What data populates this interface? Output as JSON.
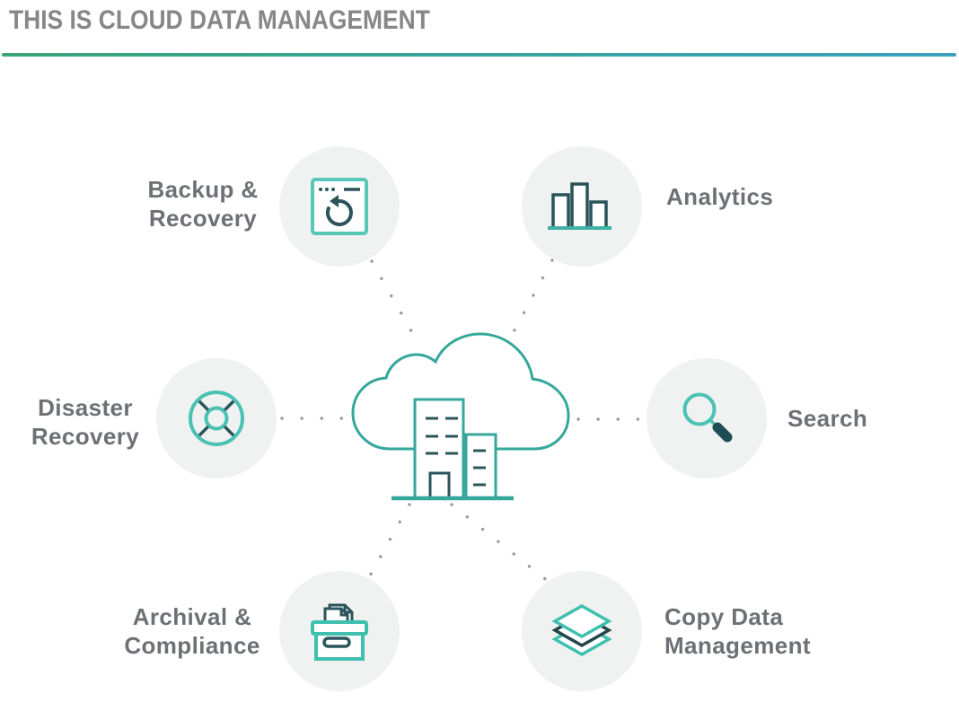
{
  "page": {
    "title": "THIS IS CLOUD DATA MANAGEMENT"
  },
  "divider": {
    "gradient_left": "#3ba578",
    "gradient_right": "#3aa2c0"
  },
  "colors": {
    "teal_light": "#49c2b3",
    "teal_mid": "#35a79c",
    "teal_dark": "#2b555a",
    "circle_bg": "#f0f1f1",
    "label_gray": "#6d7175",
    "title_gray": "#878787",
    "dot_gray": "#9b9b9b"
  },
  "center": {
    "icon": "cloud-buildings-icon",
    "description": "cloud with two buildings"
  },
  "nodes": [
    {
      "id": "backup-recovery",
      "icon": "backup-restore-icon",
      "label_lines": [
        "Backup &",
        "Recovery"
      ],
      "label_side": "left"
    },
    {
      "id": "analytics",
      "icon": "bar-chart-icon",
      "label_lines": [
        "Analytics"
      ],
      "label_side": "right"
    },
    {
      "id": "disaster-recovery",
      "icon": "lifebuoy-icon",
      "label_lines": [
        "Disaster",
        "Recovery"
      ],
      "label_side": "left"
    },
    {
      "id": "search",
      "icon": "magnifier-icon",
      "label_lines": [
        "Search"
      ],
      "label_side": "right"
    },
    {
      "id": "archival-compliance",
      "icon": "archive-box-icon",
      "label_lines": [
        "Archival &",
        "Compliance"
      ],
      "label_side": "left"
    },
    {
      "id": "copy-data-management",
      "icon": "layers-icon",
      "label_lines": [
        "Copy Data",
        "Management"
      ],
      "label_side": "right"
    }
  ]
}
